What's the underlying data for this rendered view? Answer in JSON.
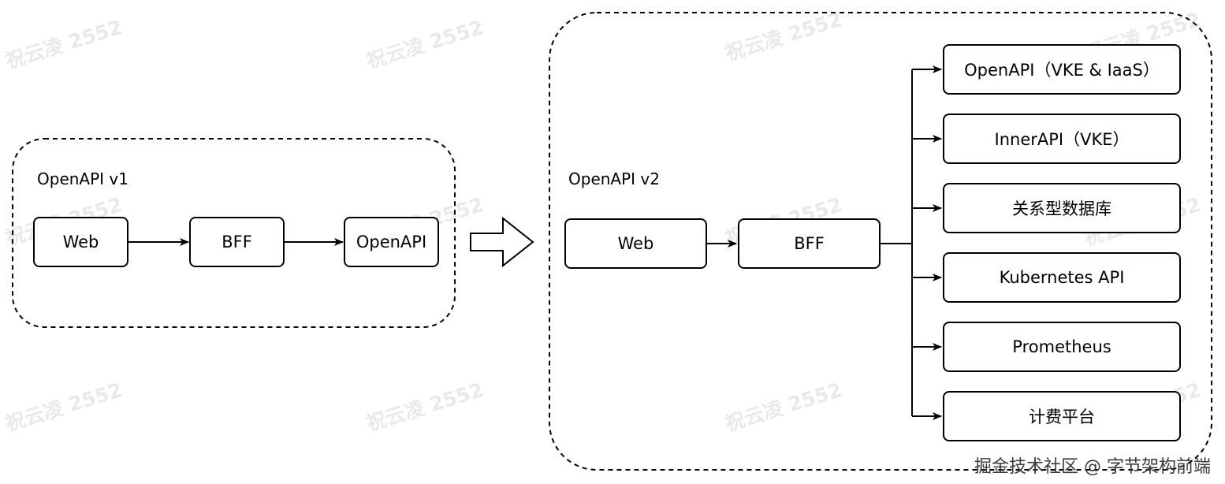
{
  "groups": {
    "v1": {
      "label": "OpenAPI v1"
    },
    "v2": {
      "label": "OpenAPI v2"
    }
  },
  "v1_nodes": {
    "web": "Web",
    "bff": "BFF",
    "openapi": "OpenAPI"
  },
  "v2_nodes": {
    "web": "Web",
    "bff": "BFF"
  },
  "v2_targets": [
    "OpenAPI（VKE & IaaS）",
    "InnerAPI（VKE）",
    "关系型数据库",
    "Kubernetes API",
    "Prometheus",
    "计费平台"
  ],
  "watermark": "祝云凌 2552",
  "footer": "掘金技术社区 @ 字节架构前端",
  "colors": {
    "stroke": "#000000",
    "background": "#ffffff",
    "watermark": "#e9e9e9"
  }
}
